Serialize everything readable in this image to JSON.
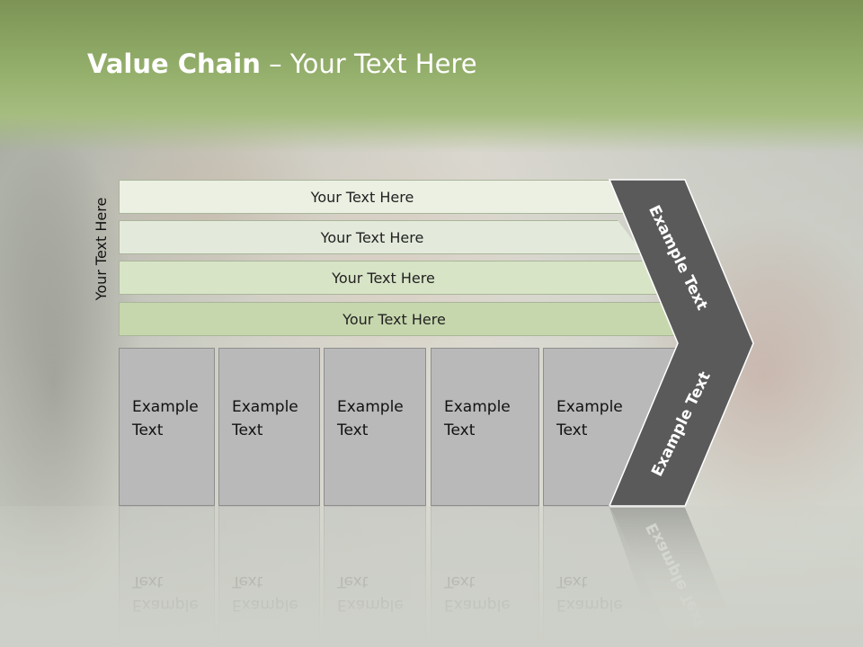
{
  "title": {
    "bold": "Value Chain",
    "rest": "– Your Text Here"
  },
  "vertical_label": "Your Text Here",
  "bars": [
    {
      "label": "Your Text Here"
    },
    {
      "label": "Your Text Here"
    },
    {
      "label": "Your Text Here"
    },
    {
      "label": "Your Text Here"
    }
  ],
  "boxes": [
    {
      "line1": "Example",
      "line2": "Text"
    },
    {
      "line1": "Example",
      "line2": "Text"
    },
    {
      "line1": "Example",
      "line2": "Text"
    },
    {
      "line1": "Example",
      "line2": "Text"
    },
    {
      "line1": "Example",
      "line2": "Text"
    }
  ],
  "chevron": {
    "upper_label": "Example Text",
    "lower_label": "Example Text",
    "fill": "#5a5a5a"
  },
  "colors": {
    "header": "#93ae6a",
    "title_text": "#ffffff",
    "box_fill": "#b9b9b9"
  }
}
